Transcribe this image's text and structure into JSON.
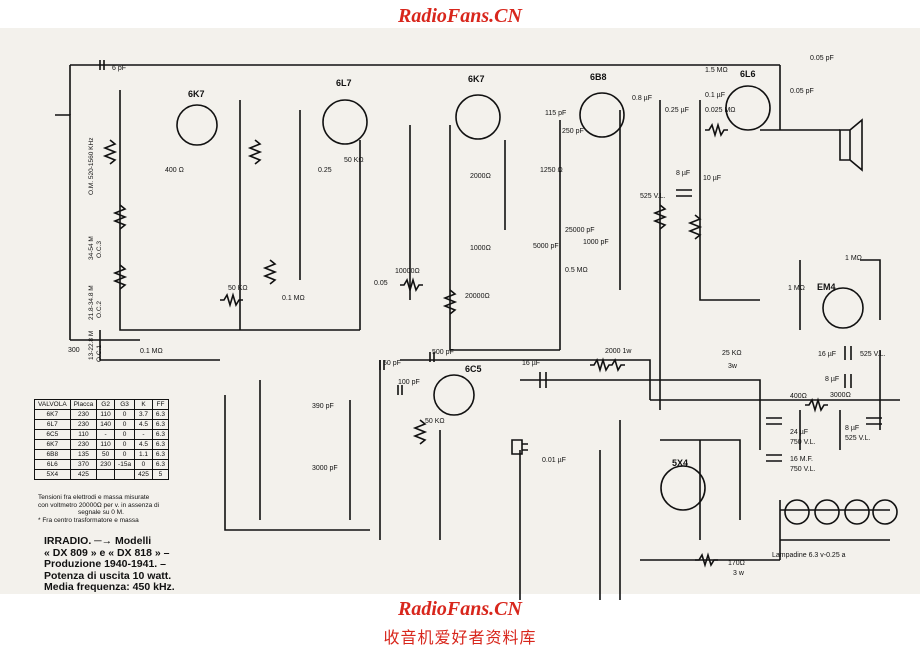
{
  "watermark": {
    "title": "RadioFans.CN",
    "subtitle": "收音机爱好者资料库"
  },
  "tubes": [
    "6K7",
    "6L7",
    "6K7",
    "6B8",
    "6L6",
    "6C5",
    "5X4",
    "EM4"
  ],
  "labels": {
    "osc_cap": "6 pF",
    "c_05pf": "0.05 pF",
    "c_05pf_b": "0.05 pF",
    "r_15m": "1.5 MΩ",
    "c_01": "0.1 µF",
    "r_0025": "0.025 MΩ",
    "c_08": "0.8 µF",
    "c_025": "0.25 µF",
    "c_115": "115 pF",
    "c_250": "250 pF",
    "r_400": "400 Ω",
    "c_025b": "0.25",
    "r_50k": "50 KΩ",
    "r_2000": "2000Ω",
    "r_1250": "1250 Ω",
    "c_10u": "10 µF",
    "c_8u": "8 µF",
    "vl525": "525 V.L.",
    "c_25000": "25000 pF",
    "c_1000": "1000 pF",
    "c_5000": "5000 pF",
    "r_05m": "0.5 MΩ",
    "r_1000": "1000Ω",
    "r_10000": "10000Ω",
    "r_20000": "20000Ω",
    "r_01m": "0.1 MΩ",
    "r_50km": "50 KΩ",
    "c_005": "0.05",
    "c_50": "50 pF",
    "c_500": "500 pF",
    "c_100": "100 pF",
    "c_390": "390 pF",
    "c_3000": "3000 pF",
    "r_50k_b": "50 KΩ",
    "r_2000w": "2000 1w",
    "c_16": "16 µF",
    "r_25k": "25 KΩ",
    "w3": "3w",
    "c_16b": "16 µF",
    "vl525b": "525 V.L.",
    "c_8b": "8 µF",
    "r_400b": "400Ω",
    "r_3000": "3000Ω",
    "c_24": "24 µF",
    "vl750": "750 V.L.",
    "c_8c": "8 µF",
    "vl525c": "525 V.L.",
    "c_16mf": "16 M.F.",
    "vl750b": "750 V.L.",
    "c_001": "0.01 µF",
    "r_170": "170Ω",
    "w3b": "3 w",
    "lamps": "Lampadine 6.3 v-0.25 a",
    "r_1m": "1 MΩ",
    "r_1mb": "1 MΩ",
    "band1": "O.M. 520-1560 KHz",
    "band2": "34-54 M",
    "band3": "O.C.3",
    "band4": "21.8-34.8 M",
    "band5": "O.C.2",
    "band6": "13-22.8 M",
    "band7": "O.C.1",
    "c_300": "300",
    "r_01m_b": "0.1 MΩ"
  },
  "table": {
    "headers": [
      "VALVOLA",
      "Placca",
      "G2",
      "G3",
      "K",
      "FF"
    ],
    "rows": [
      [
        "6K7",
        "230",
        "110",
        "0",
        "3.7",
        "6.3"
      ],
      [
        "6L7",
        "230",
        "140",
        "0",
        "4.5",
        "6.3"
      ],
      [
        "6C5",
        "110",
        "-",
        "0",
        "-",
        "6.3"
      ],
      [
        "6K7",
        "230",
        "110",
        "0",
        "4.5",
        "6.3"
      ],
      [
        "6B8",
        "135",
        "50",
        "0",
        "1.1",
        "6.3"
      ],
      [
        "6L6",
        "370",
        "230",
        "-15a",
        "0",
        "6.3"
      ],
      [
        "5X4",
        "425",
        "",
        "",
        "425",
        "5"
      ]
    ]
  },
  "notes": [
    "Tensioni fra elettrodi e massa misurate",
    "con voltmetro 20000Ω per v. in assenza di",
    "segnale su 0 M.",
    "* Fra centro trasformatore e massa"
  ],
  "caption": {
    "line1": "IRRADIO. ─→ Modelli",
    "line2": "« DX 809 » e « DX 818 » –",
    "line3": "Produzione 1940-1941. –",
    "line4": "Potenza di uscita 10 watt.",
    "line5": "Media frequenza: 450 kHz."
  }
}
